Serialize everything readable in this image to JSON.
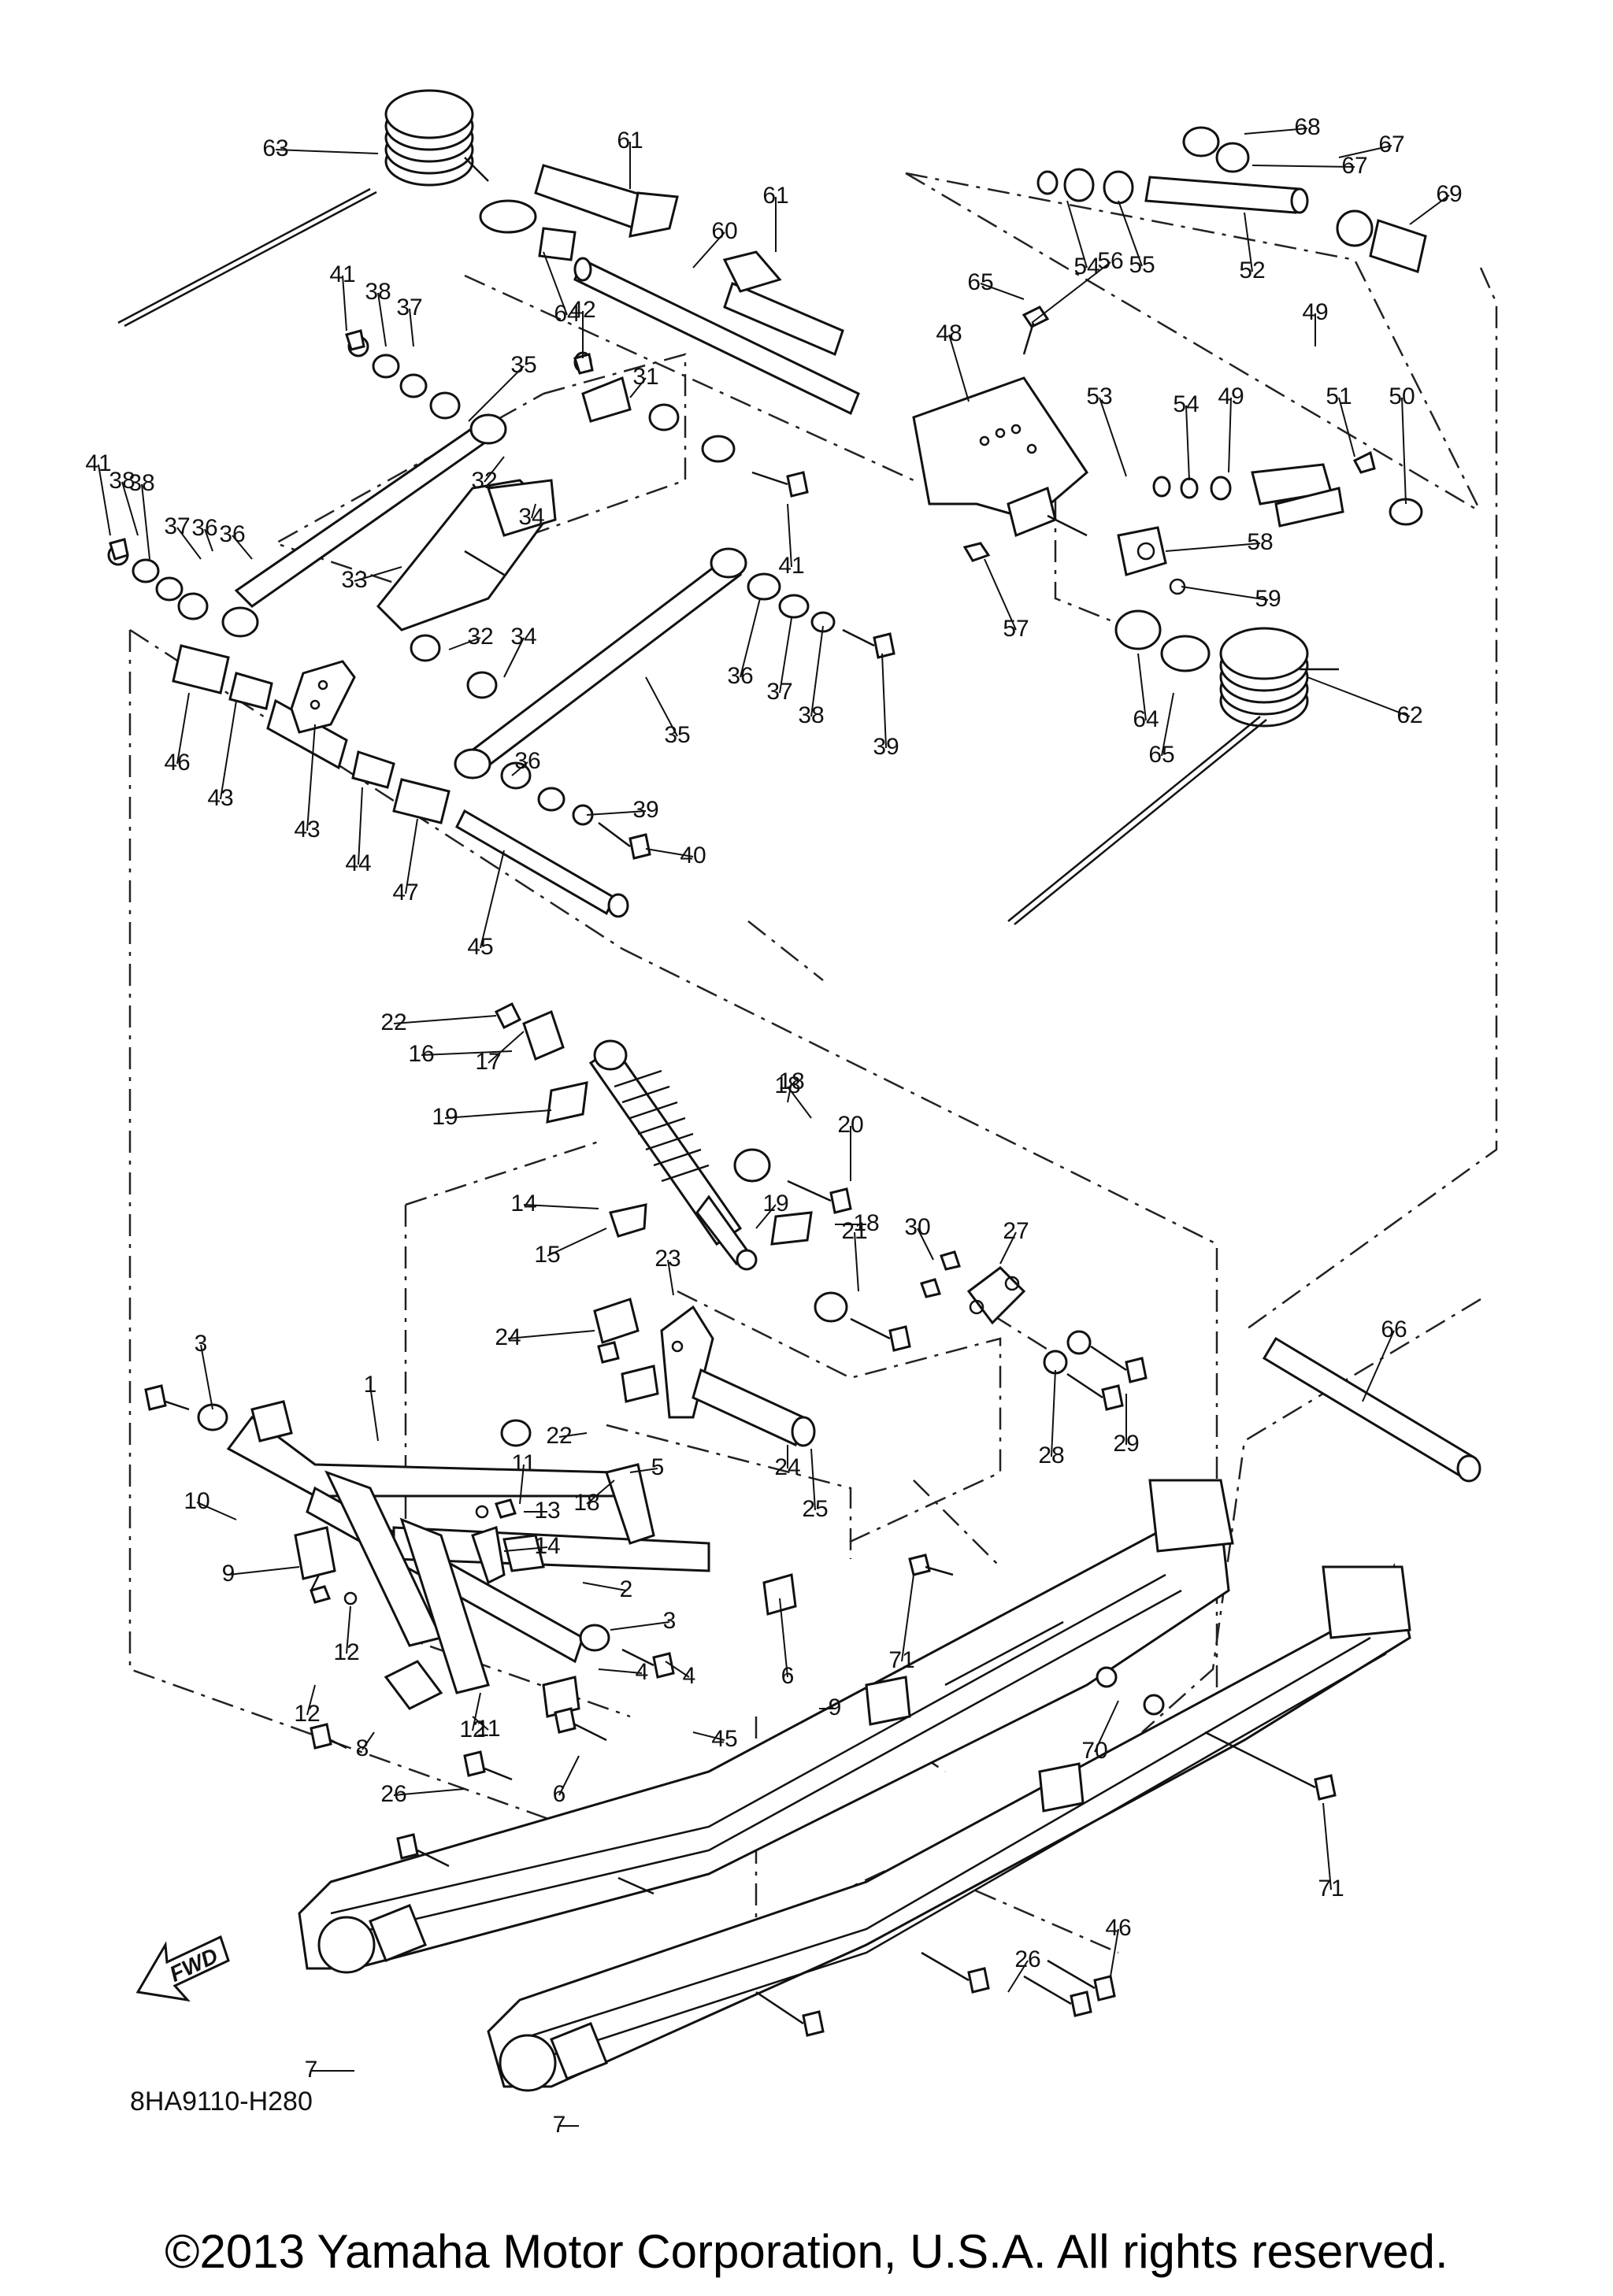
{
  "diagram": {
    "drawing_code": "8HA9110-H280",
    "copyright": "©2013 Yamaha Motor Corporation, U.S.A. All rights reserved.",
    "fwd_label": "FWD",
    "callouts": [
      "1",
      "2",
      "3",
      "3",
      "4",
      "4",
      "5",
      "6",
      "6",
      "7",
      "7",
      "8",
      "9",
      "9",
      "10",
      "11",
      "11",
      "12",
      "12",
      "12",
      "13",
      "14",
      "14",
      "15",
      "16",
      "17",
      "18",
      "18",
      "18",
      "18",
      "19",
      "19",
      "20",
      "21",
      "22",
      "22",
      "23",
      "24",
      "24",
      "25",
      "26",
      "26",
      "27",
      "28",
      "29",
      "30",
      "31",
      "32",
      "32",
      "33",
      "34",
      "34",
      "35",
      "35",
      "36",
      "36",
      "36",
      "36",
      "37",
      "37",
      "37",
      "38",
      "38",
      "38",
      "38",
      "39",
      "39",
      "40",
      "41",
      "41",
      "41",
      "42",
      "43",
      "43",
      "44",
      "45",
      "45",
      "46",
      "46",
      "47",
      "48",
      "49",
      "49",
      "50",
      "51",
      "52",
      "53",
      "54",
      "54",
      "55",
      "56",
      "57",
      "58",
      "59",
      "60",
      "61",
      "61",
      "62",
      "63",
      "64",
      "64",
      "65",
      "65",
      "66",
      "67",
      "67",
      "68",
      "69",
      "70",
      "71",
      "71"
    ]
  }
}
